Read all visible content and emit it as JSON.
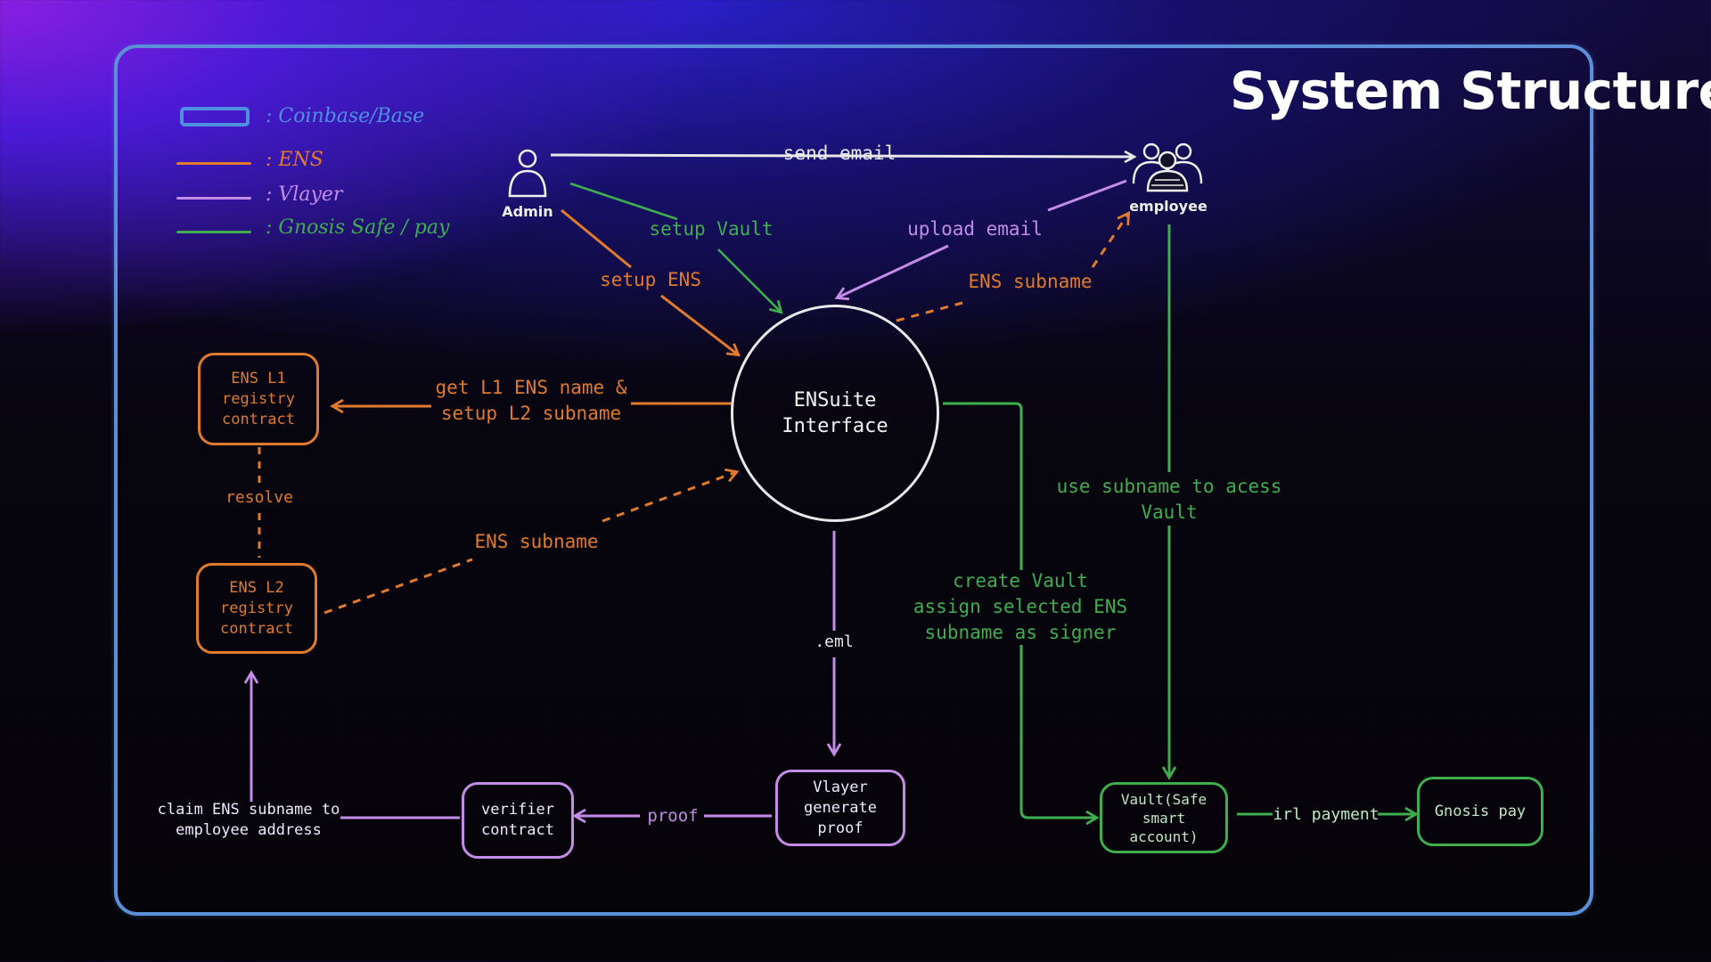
{
  "title": "System Structure",
  "colors": {
    "coinbase": "#4f8fe0",
    "ens": "#e07a2c",
    "vlayer": "#c48ce8",
    "gnosis": "#3fae4e",
    "neutral": "#e8e8e8"
  },
  "legend": [
    {
      "label": ": Coinbase/Base",
      "kind": "box"
    },
    {
      "label": ": ENS",
      "kind": "line-ens"
    },
    {
      "label": ": Vlayer",
      "kind": "line-vlayer"
    },
    {
      "label": ": Gnosis Safe / pay",
      "kind": "line-gnosis"
    }
  ],
  "actors": {
    "admin": {
      "label": "Admin",
      "icon": "person-icon"
    },
    "employee": {
      "label": "employee",
      "icon": "people-group-icon"
    }
  },
  "hub": {
    "label": "ENSuite\nInterface"
  },
  "nodes": {
    "ens_l1": "ENS L1\nregistry\ncontract",
    "ens_l2": "ENS L2\nregistry\ncontract",
    "verifier": "verifier\ncontract",
    "vlayer_proof": "Vlayer\ngenerate\nproof",
    "vault": "Vault(Safe\nsmart\naccount)",
    "gnosis_pay": "Gnosis pay"
  },
  "edges": {
    "send_email": "send email",
    "setup_vault": "setup Vault",
    "upload_email": "upload email",
    "setup_ens": "setup ENS",
    "ens_subname_top": "ENS subname",
    "get_l1": "get L1 ENS name &\nsetup L2 subname",
    "resolve": "resolve",
    "ens_subname_left": "ENS subname",
    "eml": ".eml",
    "create_vault": "create Vault\nassign selected ENS\nsubname as signer",
    "use_subname": "use subname to acess\nVault",
    "proof": "proof",
    "claim": "claim ENS subname to\nemployee address",
    "irl_payment": "irl payment"
  }
}
